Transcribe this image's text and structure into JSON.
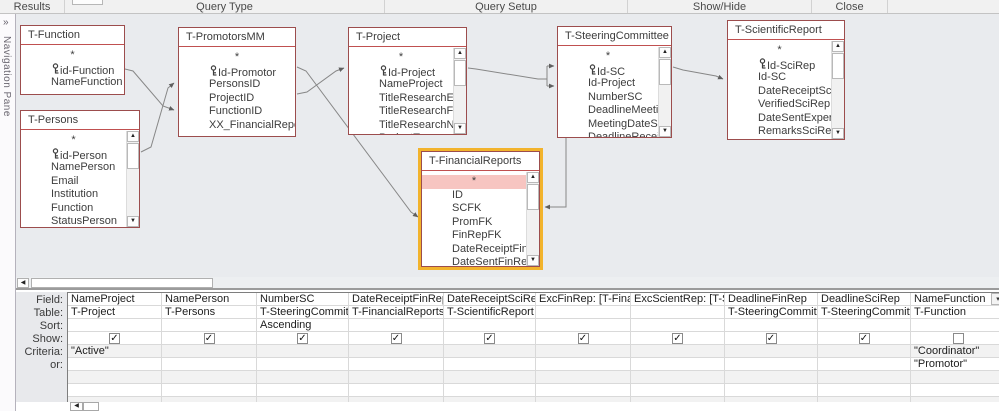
{
  "ribbon": {
    "groups": [
      "Results",
      "Query Type",
      "Query Setup",
      "Show/Hide",
      "Close"
    ]
  },
  "nav_pane": {
    "chevron": "»",
    "label": "Navigation Pane"
  },
  "tables": [
    {
      "title": "T-Function",
      "scrollbar": false,
      "selected": false,
      "fields": [
        {
          "name": "*",
          "star": true
        },
        {
          "name": "id-Function",
          "key": true
        },
        {
          "name": "NameFunction"
        }
      ]
    },
    {
      "title": "T-Persons",
      "scrollbar": true,
      "selected": false,
      "fields": [
        {
          "name": "*",
          "star": true
        },
        {
          "name": "id-Person",
          "key": true
        },
        {
          "name": "NamePerson"
        },
        {
          "name": "Email"
        },
        {
          "name": "Institution"
        },
        {
          "name": "Function"
        },
        {
          "name": "StatusPerson",
          "clipped": true
        }
      ]
    },
    {
      "title": "T-PromotorsMM",
      "scrollbar": false,
      "selected": false,
      "fields": [
        {
          "name": "*",
          "star": true
        },
        {
          "name": "Id-Promotor",
          "key": true
        },
        {
          "name": "PersonsID"
        },
        {
          "name": "ProjectID"
        },
        {
          "name": "FunctionID"
        },
        {
          "name": "XX_FinancialReportID"
        }
      ]
    },
    {
      "title": "T-Project",
      "scrollbar": true,
      "selected": false,
      "fields": [
        {
          "name": "*",
          "star": true
        },
        {
          "name": "Id-Project",
          "key": true
        },
        {
          "name": "NameProject"
        },
        {
          "name": "TitleResearchEN"
        },
        {
          "name": "TitleResearchFR"
        },
        {
          "name": "TitleResearchNL"
        },
        {
          "name": "ProjectT",
          "clipped": true
        }
      ]
    },
    {
      "title": "T-SteeringCommittee",
      "scrollbar": true,
      "selected": false,
      "fields": [
        {
          "name": "*",
          "star": true
        },
        {
          "name": "Id-SC",
          "key": true
        },
        {
          "name": "Id-Project"
        },
        {
          "name": "NumberSC"
        },
        {
          "name": "DeadlineMeetingSC"
        },
        {
          "name": "MeetingDateSC"
        },
        {
          "name": "DeadlineReceiptM",
          "clipped": true
        }
      ]
    },
    {
      "title": "T-ScientificReport",
      "scrollbar": true,
      "selected": false,
      "fields": [
        {
          "name": "*",
          "star": true
        },
        {
          "name": "Id-SciRep",
          "key": true
        },
        {
          "name": "Id-SC"
        },
        {
          "name": "DateReceiptSciRep"
        },
        {
          "name": "VerifiedSciRep"
        },
        {
          "name": "DateSentExpertsSci"
        },
        {
          "name": "RemarksSciRep",
          "clipped": true
        }
      ]
    },
    {
      "title": "T-FinancialReports",
      "scrollbar": true,
      "selected": true,
      "fields": [
        {
          "name": "*",
          "star": true,
          "highlight": true
        },
        {
          "name": "ID"
        },
        {
          "name": "SCFK"
        },
        {
          "name": "PromFK"
        },
        {
          "name": "FinRepFK"
        },
        {
          "name": "DateReceiptFinRep"
        },
        {
          "name": "DateSentFinRep",
          "clipped": true
        }
      ]
    }
  ],
  "joins": [
    {
      "from": "T-Function.id-Function",
      "to": "T-PromotorsMM.FunctionID"
    },
    {
      "from": "T-Persons.id-Person",
      "to": "T-PromotorsMM.PersonsID"
    },
    {
      "from": "T-PromotorsMM.ProjectID",
      "to": "T-Project.Id-Project"
    },
    {
      "from": "T-PromotorsMM.Id-Promotor",
      "to": "T-FinancialReports.PromFK"
    },
    {
      "from": "T-Project.Id-Project",
      "to": "T-SteeringCommittee.Id-Project"
    },
    {
      "from": "T-SteeringCommittee.Id-SC",
      "to": "T-FinancialReports.SCFK"
    },
    {
      "from": "T-SteeringCommittee.Id-SC",
      "to": "T-ScientificReport.Id-SC"
    }
  ],
  "grid": {
    "row_labels": [
      "Field:",
      "Table:",
      "Sort:",
      "Show:",
      "Criteria:",
      "or:"
    ],
    "columns": [
      {
        "field": "NameProject",
        "table": "T-Project",
        "sort": "",
        "show": true,
        "criteria": "\"Active\"",
        "or": ""
      },
      {
        "field": "NamePerson",
        "table": "T-Persons",
        "sort": "",
        "show": true,
        "criteria": "",
        "or": ""
      },
      {
        "field": "NumberSC",
        "table": "T-SteeringCommittee",
        "sort": "Ascending",
        "show": true,
        "criteria": "",
        "or": ""
      },
      {
        "field": "DateReceiptFinRep",
        "table": "T-FinancialReports",
        "sort": "",
        "show": true,
        "criteria": "",
        "or": ""
      },
      {
        "field": "DateReceiptSciRep",
        "table": "T-ScientificReport",
        "sort": "",
        "show": true,
        "criteria": "",
        "or": ""
      },
      {
        "field": "ExcFinRep: [T-FinancialR",
        "table": "",
        "sort": "",
        "show": true,
        "criteria": "",
        "or": ""
      },
      {
        "field": "ExcScientRep: [T-Scientif",
        "table": "",
        "sort": "",
        "show": true,
        "criteria": "",
        "or": ""
      },
      {
        "field": "DeadlineFinRep",
        "table": "T-SteeringCommittee",
        "sort": "",
        "show": true,
        "criteria": "",
        "or": ""
      },
      {
        "field": "DeadlineSciRep",
        "table": "T-SteeringCommittee",
        "sort": "",
        "show": true,
        "criteria": "",
        "or": ""
      },
      {
        "field": "NameFunction",
        "table": "T-Function",
        "sort": "",
        "show": false,
        "criteria": "\"Coordinator\"",
        "or": "\"Promotor\"",
        "dropdown": true
      }
    ]
  },
  "icons": {
    "key": "key-icon",
    "scroll_up": "▲",
    "scroll_down": "▼",
    "scroll_left": "◀",
    "combo_arrow": "▾",
    "check": "✓"
  },
  "colors": {
    "table_border": "#9c4d4d",
    "title_separator": "#c05050",
    "selection_outline": "#f2b32c",
    "highlight_row": "#f7c5c1",
    "design_bg": "#e9ebee",
    "join_line": "#878787"
  }
}
